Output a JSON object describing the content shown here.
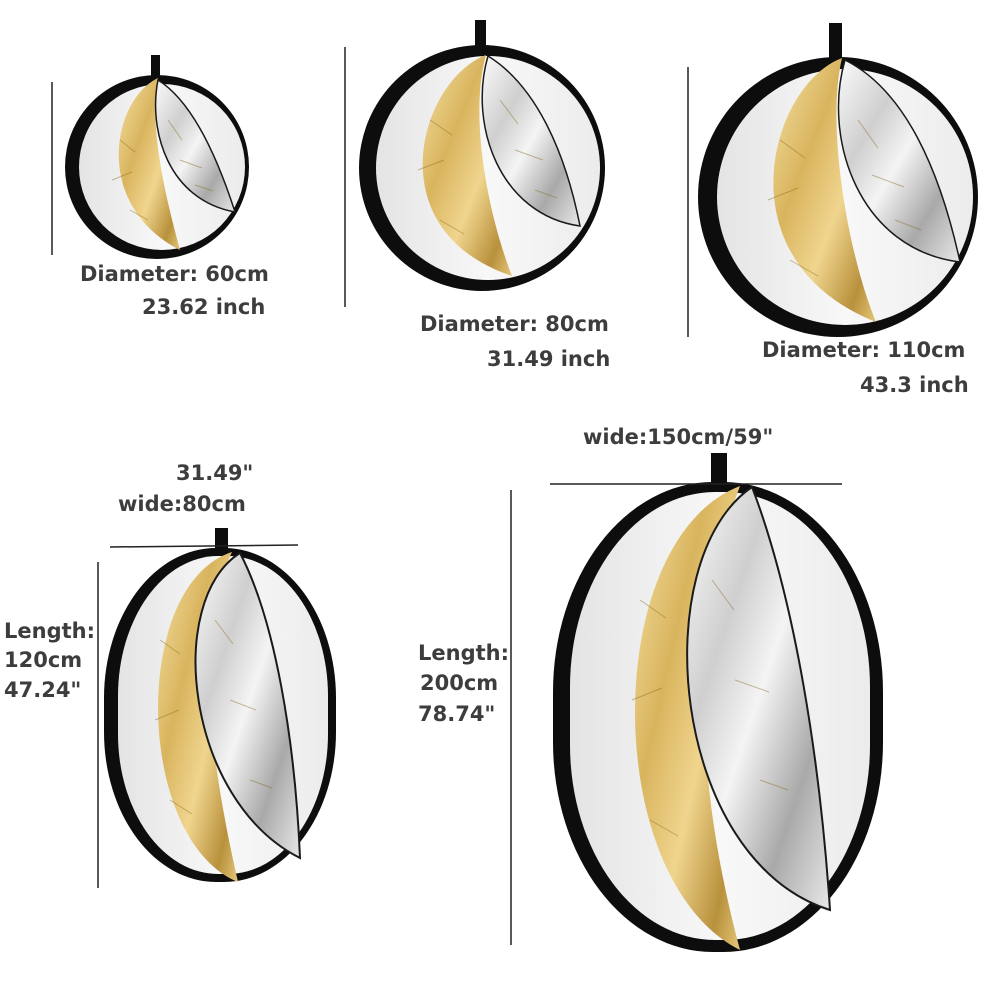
{
  "colors": {
    "black_panel": "#0d0d0d",
    "gold_light": "#f6e3a6",
    "gold_mid": "#d9b45e",
    "gold_dark": "#9a7a2a",
    "silver_light": "#fbfbfb",
    "silver_mid": "#cfcfcf",
    "silver_dark": "#8a8a8a",
    "white_panel": "#f3f3f3",
    "label_text": "#3d3d3d",
    "measure_line": "#222222"
  },
  "reflectors": [
    {
      "shape": "round",
      "label_lines": [
        "Diameter: 60cm",
        "23.62 inch"
      ]
    },
    {
      "shape": "round",
      "label_lines": [
        "Diameter: 80cm",
        "31.49 inch"
      ]
    },
    {
      "shape": "round",
      "label_lines": [
        "Diameter: 110cm",
        "43.3 inch"
      ]
    },
    {
      "shape": "oval",
      "width_lines": [
        "31.49\"",
        "wide:80cm"
      ],
      "length_lines": [
        "Length:",
        "120cm",
        "47.24\""
      ]
    },
    {
      "shape": "oval",
      "width_lines": [
        "wide:150cm/59\""
      ],
      "length_lines": [
        "Length:",
        "200cm",
        " 78.74\""
      ]
    }
  ]
}
